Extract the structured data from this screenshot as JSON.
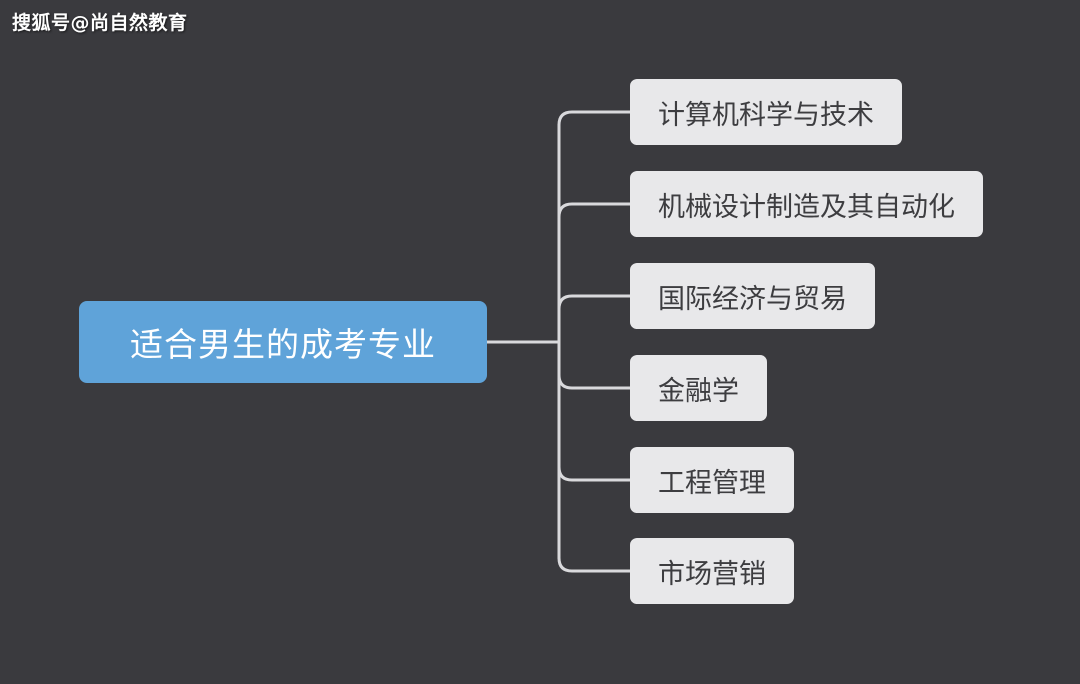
{
  "watermark": "搜狐号@尚自然教育",
  "root": {
    "label": "适合男生的成考专业"
  },
  "children": [
    {
      "label": "计算机科学与技术"
    },
    {
      "label": "机械设计制造及其自动化"
    },
    {
      "label": "国际经济与贸易"
    },
    {
      "label": "金融学"
    },
    {
      "label": "工程管理"
    },
    {
      "label": "市场营销"
    }
  ],
  "colors": {
    "background": "#3a3a3e",
    "root_fill": "#5fa3d9",
    "child_fill": "#e8e8ea",
    "connector": "#d9d9dc"
  }
}
